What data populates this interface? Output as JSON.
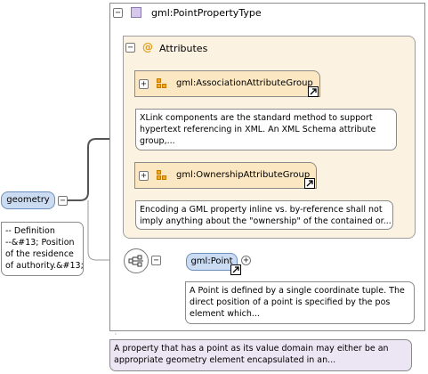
{
  "type": {
    "name": "gml:PointPropertyType"
  },
  "attributes": {
    "label": "Attributes",
    "groups": [
      {
        "name": "gml:AssociationAttributeGroup",
        "doc": [
          "XLink components are the standard method to support",
          "hypertext referencing in XML. An XML Schema attribute",
          "group,..."
        ]
      },
      {
        "name": "gml:OwnershipAttributeGroup",
        "doc": [
          "Encoding a GML property inline vs. by-reference shall not",
          "imply anything about the \"ownership\" of the contained or..."
        ]
      }
    ]
  },
  "root": {
    "name": "geometry",
    "doc": [
      "-- Definition",
      "--&#13; Position",
      "of the residence",
      "of authority.&#13;"
    ]
  },
  "child": {
    "name": "gml:Point",
    "doc": [
      "A Point is defined by a single coordinate tuple. The",
      "direct position of a point is specified by the pos",
      "element which..."
    ]
  },
  "type_doc": [
    "A property that has a point as its value domain may either be an",
    "appropriate geometry element encapsulated in an..."
  ],
  "colors": {
    "element": "#cbdcf2",
    "attribute_area": "#fcf2e1",
    "group": "#fbe7c2",
    "type_note": "#ece6f4"
  }
}
